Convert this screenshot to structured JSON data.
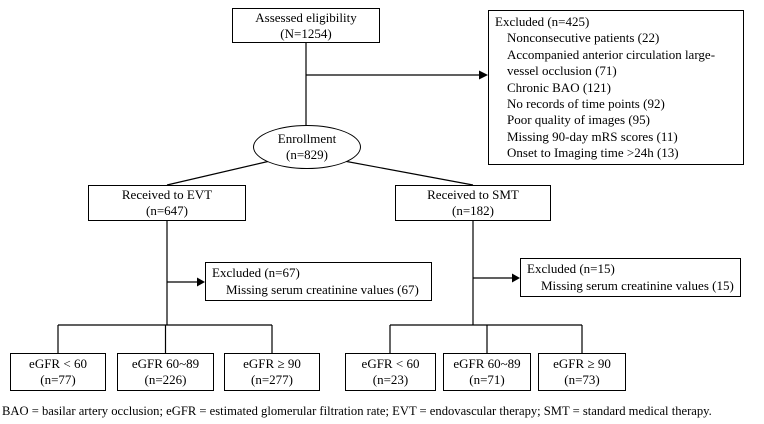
{
  "flowchart": {
    "assessed": {
      "line1": "Assessed eligibility",
      "line2": "(N=1254)"
    },
    "excluded_main": {
      "title": "Excluded (n=425)",
      "items": [
        "Nonconsecutive patients (22)",
        "Accompanied anterior circulation large-vessel occlusion (71)",
        "Chronic BAO (121)",
        "No records of time points  (92)",
        "Poor quality of images (95)",
        "Missing 90-day mRS scores (11)",
        "Onset to Imaging time >24h (13)"
      ]
    },
    "enrollment": {
      "line1": "Enrollment",
      "line2": "(n=829)"
    },
    "evt": {
      "line1": "Received to EVT",
      "line2": "(n=647)"
    },
    "smt": {
      "line1": "Received to SMT",
      "line2": "(n=182)"
    },
    "excluded_evt": {
      "title": "Excluded (n=67)",
      "item": "Missing serum creatinine values (67)"
    },
    "excluded_smt": {
      "title": "Excluded (n=15)",
      "item": "Missing serum creatinine values (15)"
    },
    "evt_groups": [
      {
        "line1": "eGFR < 60",
        "line2": "(n=77)"
      },
      {
        "line1": "eGFR 60~89",
        "line2": "(n=226)"
      },
      {
        "line1": "eGFR ≥ 90",
        "line2": "(n=277)"
      }
    ],
    "smt_groups": [
      {
        "line1": "eGFR < 60",
        "line2": "(n=23)"
      },
      {
        "line1": "eGFR 60~89",
        "line2": "(n=71)"
      },
      {
        "line1": "eGFR ≥ 90",
        "line2": "(n=73)"
      }
    ],
    "legend": "BAO = basilar artery occlusion; eGFR = estimated glomerular filtration rate; EVT = endovascular therapy; SMT = standard medical therapy."
  }
}
